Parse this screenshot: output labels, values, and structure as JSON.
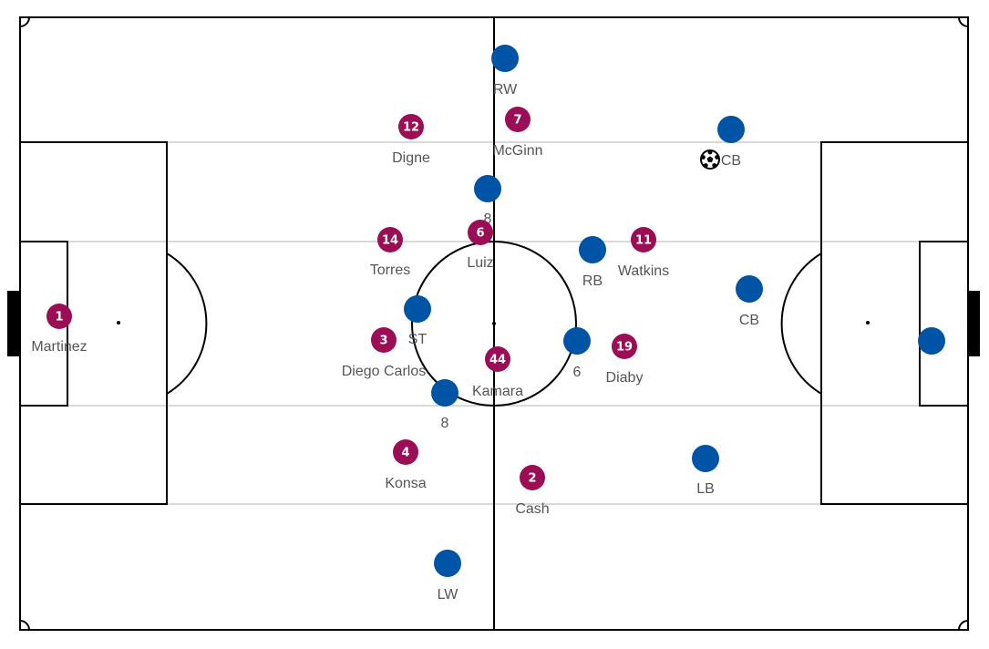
{
  "colors": {
    "home": "#9b0d54",
    "away": "#0054a6",
    "lines": "#000000",
    "lanes": "#d9d9d9",
    "label": "#555555"
  },
  "ball": {
    "icon": "soccer-ball-icon",
    "carrier": "away-cb-1"
  },
  "home_players": [
    {
      "id": "home-1",
      "number": "1",
      "name": "Martinez"
    },
    {
      "id": "home-12",
      "number": "12",
      "name": "Digne"
    },
    {
      "id": "home-7",
      "number": "7",
      "name": "McGinn"
    },
    {
      "id": "home-14",
      "number": "14",
      "name": "Torres"
    },
    {
      "id": "home-6",
      "number": "6",
      "name": "Luiz"
    },
    {
      "id": "home-11",
      "number": "11",
      "name": "Watkins"
    },
    {
      "id": "home-3",
      "number": "3",
      "name": "Diego Carlos"
    },
    {
      "id": "home-44",
      "number": "44",
      "name": "Kamara"
    },
    {
      "id": "home-19",
      "number": "19",
      "name": "Diaby"
    },
    {
      "id": "home-4",
      "number": "4",
      "name": "Konsa"
    },
    {
      "id": "home-2",
      "number": "2",
      "name": "Cash"
    }
  ],
  "away_players": [
    {
      "id": "away-rw",
      "label": "RW"
    },
    {
      "id": "away-cb-1",
      "label": "CB"
    },
    {
      "id": "away-8-top",
      "label": "8"
    },
    {
      "id": "away-rb",
      "label": "RB"
    },
    {
      "id": "away-cb-2",
      "label": "CB"
    },
    {
      "id": "away-st",
      "label": "ST"
    },
    {
      "id": "away-6",
      "label": "6"
    },
    {
      "id": "away-8-bottom",
      "label": "8"
    },
    {
      "id": "away-lb",
      "label": "LB"
    },
    {
      "id": "away-lw",
      "label": "LW"
    },
    {
      "id": "away-gk",
      "label": ""
    }
  ]
}
